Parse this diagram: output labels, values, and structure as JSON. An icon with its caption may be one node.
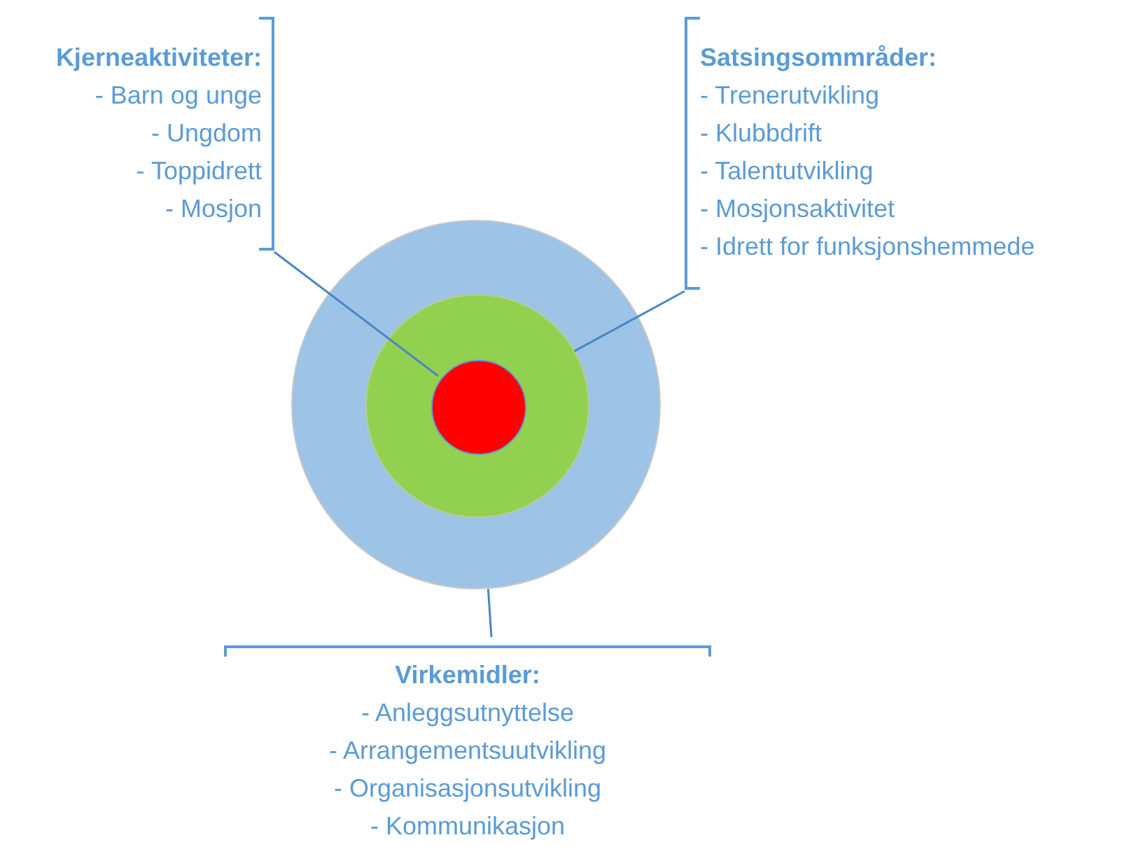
{
  "diagram": {
    "nodes": [
      {
        "text": [
          "Kjerneaktiviteter:",
          "- Barn og unge",
          "- Ungdom",
          "- Toppidrett",
          "- Mosjon"
        ]
      },
      {
        "text": [
          "Satsingsommråder:",
          "- Trenerutvikling",
          "- Klubbdrift",
          "- Talentutvikling",
          "- Mosjonsaktivitet",
          "- Idrett for funksjonshemmede"
        ]
      },
      {
        "text": [],
        "shape": "circle"
      },
      {
        "text": [],
        "shape": "circle",
        "in": 2
      },
      {
        "text": [],
        "shape": "circle",
        "in": 3
      },
      {
        "text": [
          "Virkemidler:",
          "- Anleggsutnyttelse",
          "- Arrangementsuutvikling",
          "- Organisasjonsutvikling",
          "- Kommunikasjon"
        ]
      }
    ],
    "edges": [
      {
        "from": 0,
        "to": 4,
        "arrow": "none"
      },
      {
        "from": 1,
        "to": 3,
        "arrow": "none"
      },
      {
        "from": 5,
        "to": 2,
        "arrow": "none"
      }
    ]
  }
}
